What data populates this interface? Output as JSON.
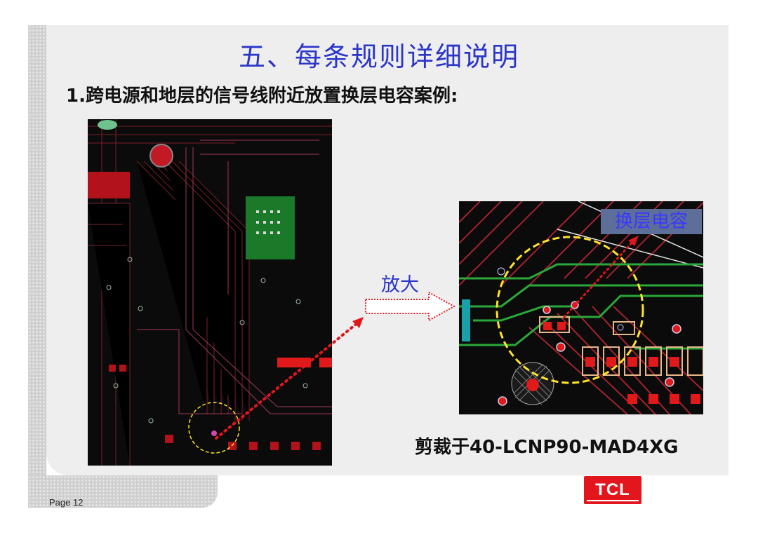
{
  "slide": {
    "title": "五、每条规则详细说明",
    "subtitle": "1.跨电源和地层的信号线附近放置换层电容案例:",
    "zoom_label": "放大",
    "capacitor_label": "换层电容",
    "caption": "剪裁于40-LCNP90-MAD4XG",
    "page_number": "Page 12",
    "logo_text": "TCL"
  },
  "images": {
    "pcb_overview": "pcb-layout-overview",
    "pcb_zoomed": "pcb-layout-zoomed-detail"
  },
  "colors": {
    "title_blue": "#2b36c9",
    "accent_red": "#e3161e",
    "highlight_yellow": "#ffe22a",
    "panel_gray": "#eeeeee"
  }
}
